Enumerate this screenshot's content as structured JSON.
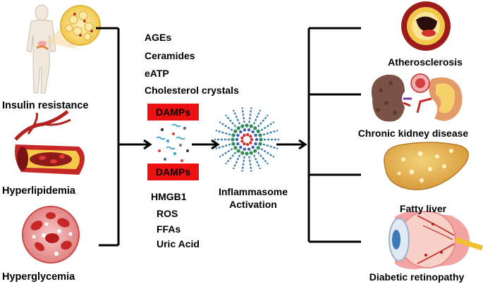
{
  "left_conditions": [
    "Insulin resistance",
    "Hyperlipidemia",
    "Hyperglycemia"
  ],
  "damps_label": "DAMPs",
  "damps_top_molecules": [
    "AGEs",
    "Ceramides",
    "eATP",
    "Cholesterol crystals"
  ],
  "damps_bottom_molecules": [
    "HMGB1",
    "ROS",
    "FFAs",
    "Uric Acid"
  ],
  "inflammasome_label": [
    "Inflammasome",
    "Activation"
  ],
  "outcomes": [
    "Atherosclerosis",
    "Chronic kidney disease",
    "Fatty liver",
    "Diabetic retinopathy"
  ],
  "colors": {
    "damp_box": "#ee1111",
    "line": "#000000"
  }
}
